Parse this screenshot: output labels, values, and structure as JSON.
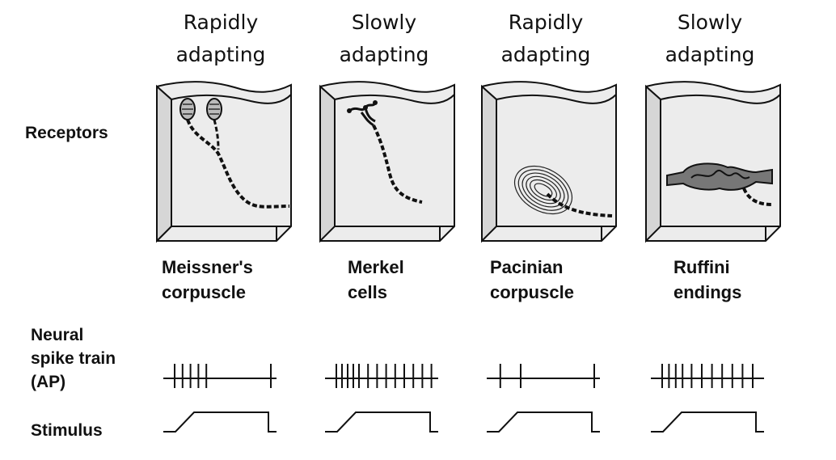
{
  "row_labels": {
    "receptors": "Receptors",
    "spike_train": [
      "Neural",
      "spike train",
      "(AP)"
    ],
    "stimulus": "Stimulus"
  },
  "columns": [
    {
      "adaptation": [
        "Rapidly",
        "adapting"
      ],
      "receptor_name": [
        "Meissner's",
        "corpuscle"
      ],
      "spikes": [
        0.1,
        0.17,
        0.24,
        0.31,
        0.38,
        0.95
      ]
    },
    {
      "adaptation": [
        "Slowly",
        "adapting"
      ],
      "receptor_name": [
        "Merkel",
        "cells"
      ],
      "spikes": [
        0.1,
        0.15,
        0.2,
        0.25,
        0.3,
        0.38,
        0.46,
        0.54,
        0.62,
        0.7,
        0.78,
        0.86,
        0.94
      ]
    },
    {
      "adaptation": [
        "Rapidly",
        "adapting"
      ],
      "receptor_name": [
        "Pacinian",
        "corpuscle"
      ],
      "spikes": [
        0.12,
        0.3,
        0.95
      ]
    },
    {
      "adaptation": [
        "Slowly",
        "adapting"
      ],
      "receptor_name": [
        "Ruffini",
        "endings"
      ],
      "spikes": [
        0.1,
        0.16,
        0.22,
        0.28,
        0.36,
        0.45,
        0.54,
        0.63,
        0.72,
        0.81,
        0.9
      ]
    }
  ]
}
